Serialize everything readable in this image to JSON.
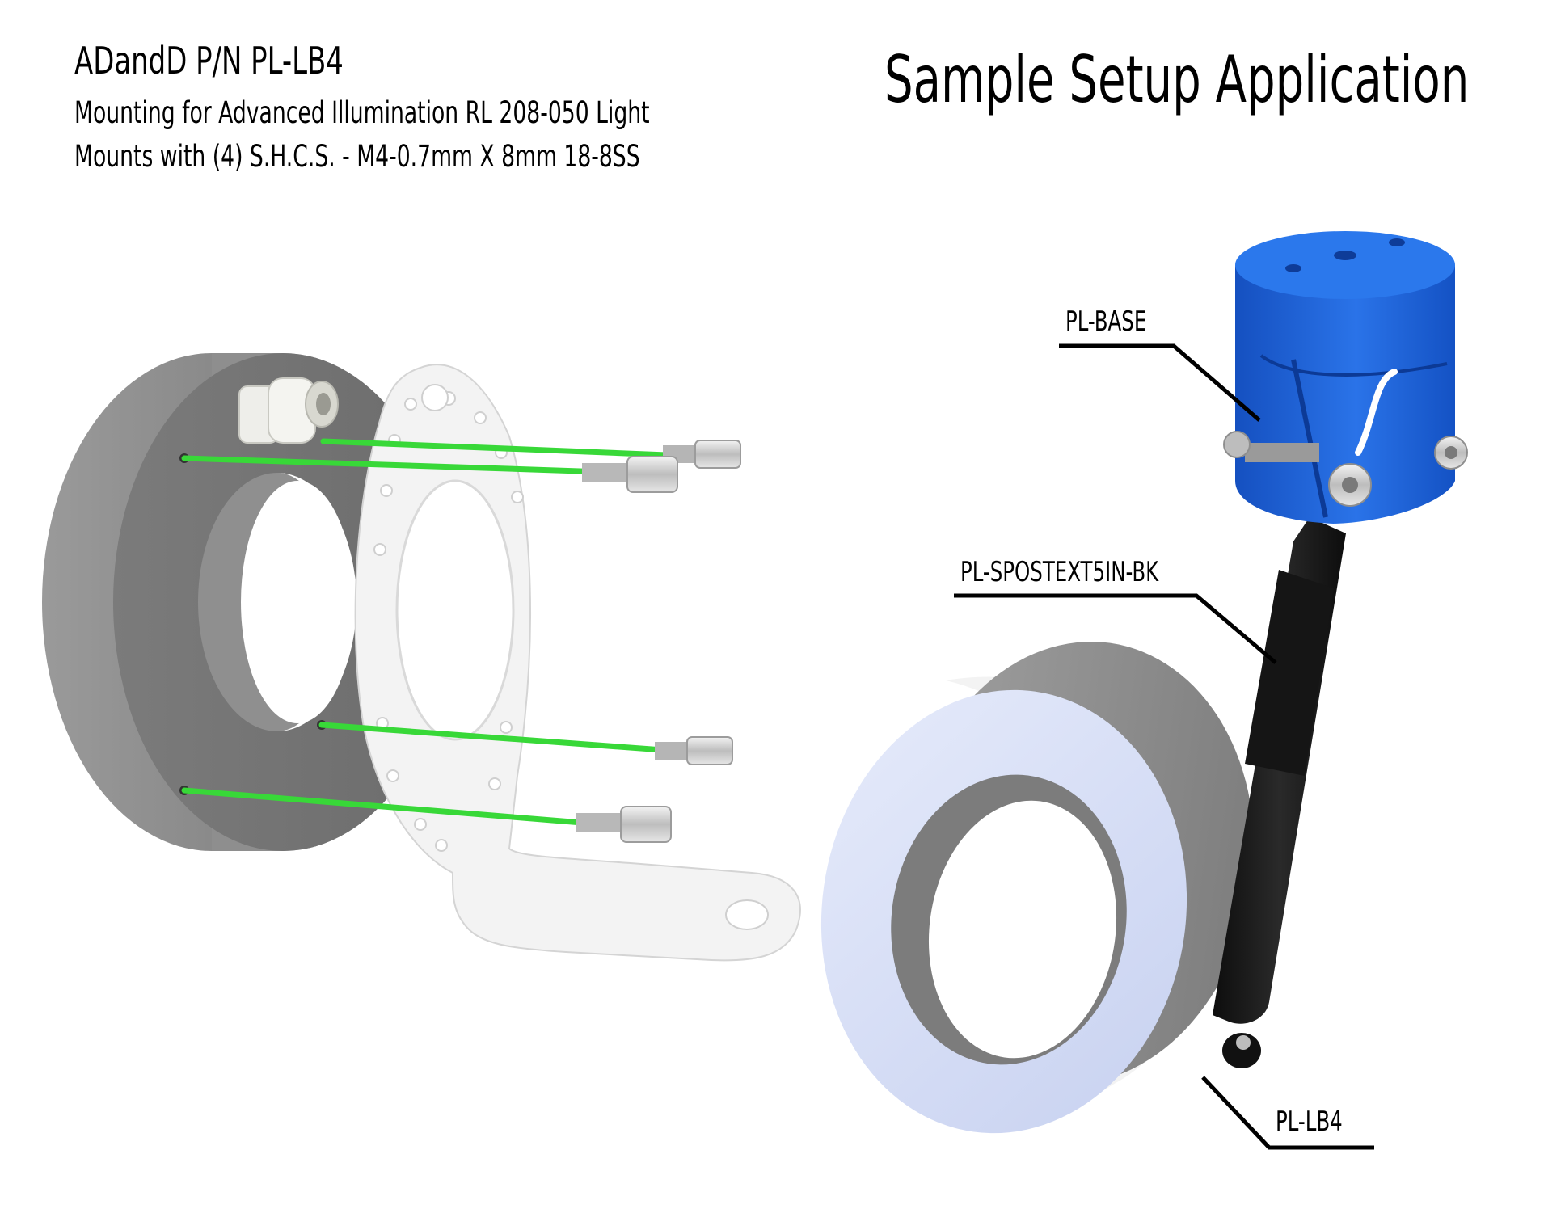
{
  "header": {
    "part_number": "ADandD P/N PL-LB4",
    "description_line1": "Mounting for Advanced Illumination RL 208-050 Light",
    "description_line2": "Mounts with (4) S.H.C.S. - M4-0.7mm X 8mm 18-8SS",
    "sample_title": "Sample Setup Application"
  },
  "callouts": {
    "base": "PL-BASE",
    "post": "PL-SPOSTEXT5IN-BK",
    "lb4": "PL-LB4"
  },
  "colors": {
    "ring_gray": "#8c8c8c",
    "bracket_white": "#f2f2f2",
    "green_line": "#33dd33",
    "base_blue": "#1a5fd1",
    "post_black": "#1a1a1a",
    "light_face": "#d4dcf5"
  }
}
